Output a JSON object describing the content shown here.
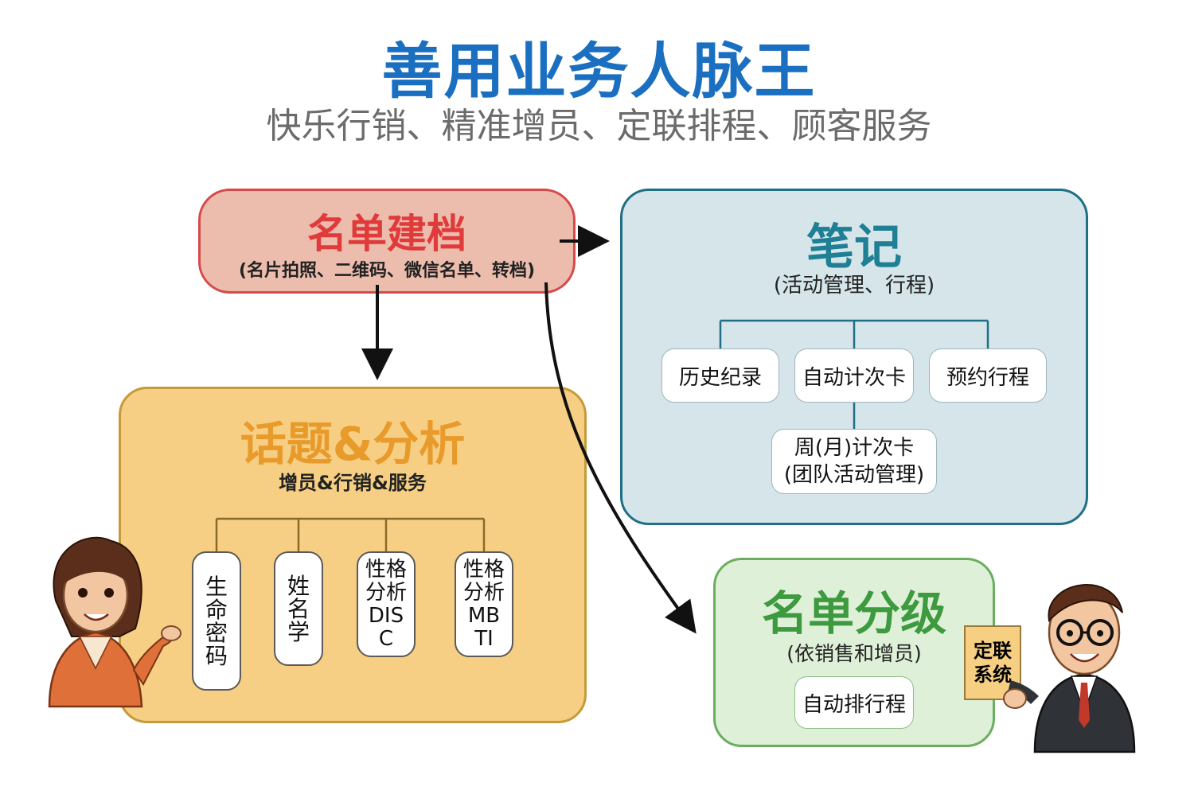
{
  "header": {
    "title": "善用业务人脉王",
    "subtitle": "快乐行销、精准增员、定联排程、顾客服务"
  },
  "name_box": {
    "title": "名单建档",
    "subtitle": "(名片拍照、二维码、微信名单、转档)",
    "colors": {
      "title": "#e03a3a",
      "fill": "#ecbcad",
      "border": "#d64a4a"
    }
  },
  "notes_box": {
    "title": "笔记",
    "subtitle": "(活动管理、行程)",
    "items": [
      "历史纪录",
      "自动计次卡",
      "预约行程"
    ],
    "sub_item": [
      "周(月)计次卡",
      "(团队活动管理)"
    ],
    "colors": {
      "title": "#1f7f94",
      "fill": "#d5e5ea",
      "border": "#1f6f86"
    }
  },
  "topic_box": {
    "title": "话题&分析",
    "subtitle": "增员&行销&服务",
    "items": [
      "生命密码",
      "姓名学",
      "性格分析DISC",
      "性格分析MBTI"
    ],
    "colors": {
      "title": "#e89a2a",
      "fill": "#f6cf84",
      "border": "#c69a3a"
    }
  },
  "grade_box": {
    "title": "名单分级",
    "subtitle": "(依销售和增员)",
    "item": "自动排行程",
    "colors": {
      "title": "#3e9a3e",
      "fill": "#dff0d8",
      "border": "#6aae5e"
    }
  },
  "side_label": "定联系统",
  "icons": [
    "woman-presenter-icon",
    "man-presenter-icon"
  ]
}
